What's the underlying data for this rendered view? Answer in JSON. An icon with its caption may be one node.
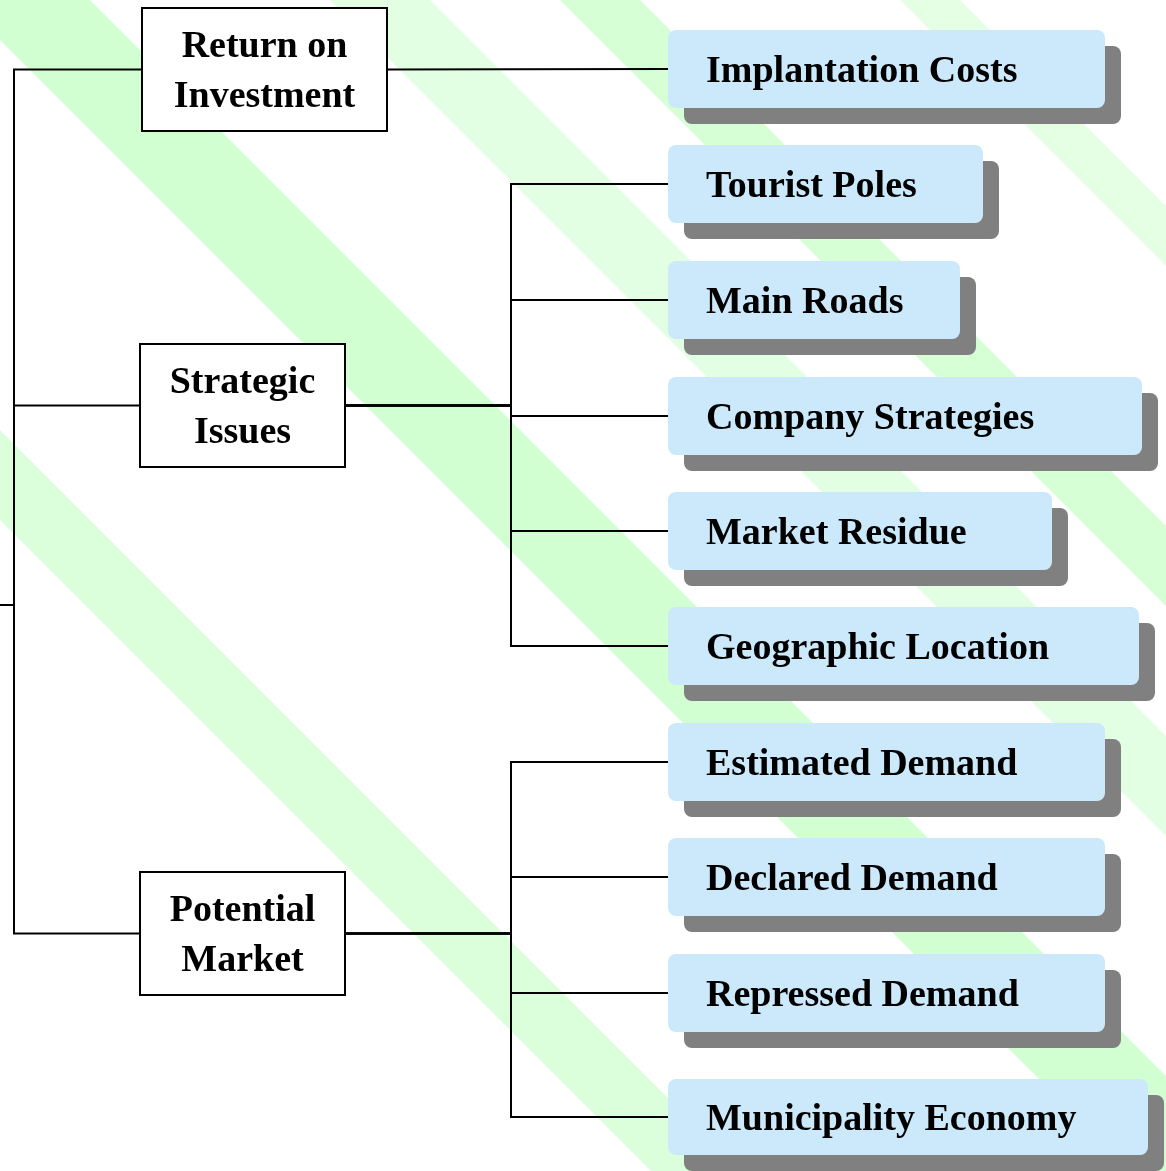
{
  "diagram": {
    "nodes": [
      {
        "text": [
          "Return on Investment"
        ]
      },
      {
        "text": [
          "Implantation Costs"
        ]
      },
      {
        "text": [
          "Strategic Issues"
        ]
      },
      {
        "text": [
          "Tourist Poles"
        ]
      },
      {
        "text": [
          "Main Roads"
        ]
      },
      {
        "text": [
          "Company Strategies"
        ]
      },
      {
        "text": [
          "Market Residue"
        ]
      },
      {
        "text": [
          "Geographic Location"
        ]
      },
      {
        "text": [
          "Potential Market"
        ]
      },
      {
        "text": [
          "Estimated Demand"
        ]
      },
      {
        "text": [
          "Declared Demand"
        ]
      },
      {
        "text": [
          "Repressed Demand"
        ]
      },
      {
        "text": [
          "Municipality Economy"
        ]
      }
    ],
    "edges": [
      {
        "from": null,
        "to": 0,
        "arrow": "none"
      },
      {
        "from": null,
        "to": 2,
        "arrow": "none"
      },
      {
        "from": null,
        "to": 8,
        "arrow": "none"
      },
      {
        "from": 0,
        "to": 1,
        "arrow": "none"
      },
      {
        "from": 2,
        "to": 3,
        "arrow": "none"
      },
      {
        "from": 2,
        "to": 4,
        "arrow": "none"
      },
      {
        "from": 2,
        "to": 5,
        "arrow": "none"
      },
      {
        "from": 2,
        "to": 6,
        "arrow": "none"
      },
      {
        "from": 2,
        "to": 7,
        "arrow": "none"
      },
      {
        "from": 8,
        "to": 9,
        "arrow": "none"
      },
      {
        "from": 8,
        "to": 10,
        "arrow": "none"
      },
      {
        "from": 8,
        "to": 11,
        "arrow": "none"
      },
      {
        "from": 8,
        "to": 12,
        "arrow": "none"
      }
    ]
  }
}
